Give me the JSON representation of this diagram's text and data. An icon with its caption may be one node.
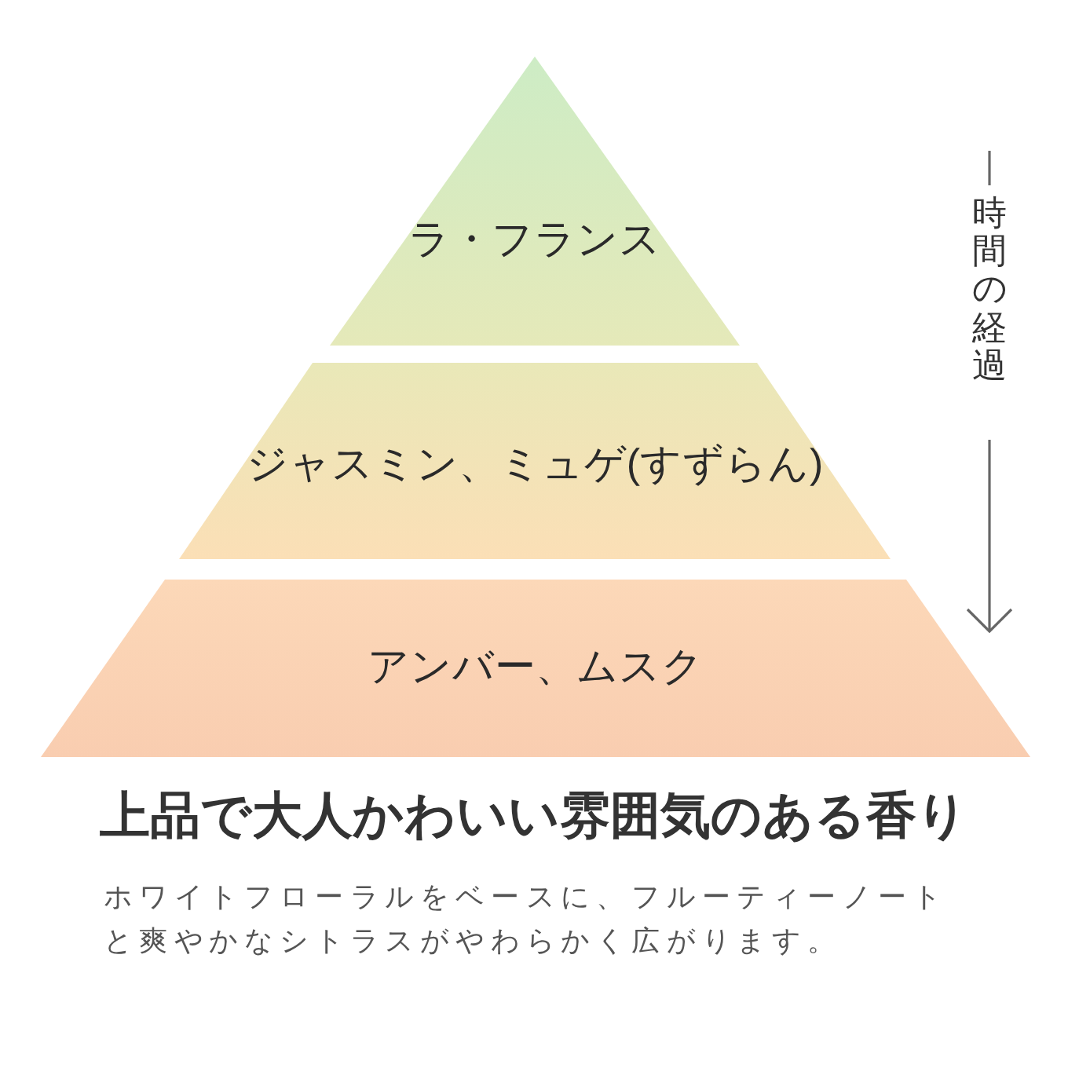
{
  "diagram": {
    "title": "上品で大人かわいい雰囲気のある香り",
    "caption": "ホワイトフローラルをベースに、フルーティーノートと爽やかなシトラスがやわらかく広がります。",
    "nodes": [
      {
        "text": [
          "ラ・フランス"
        ]
      },
      {
        "text": [
          "ジャスミン、ミュゲ(すずらん)"
        ]
      },
      {
        "text": [
          "アンバー、ムスク"
        ]
      }
    ],
    "labels": [
      "時間の経過"
    ]
  }
}
